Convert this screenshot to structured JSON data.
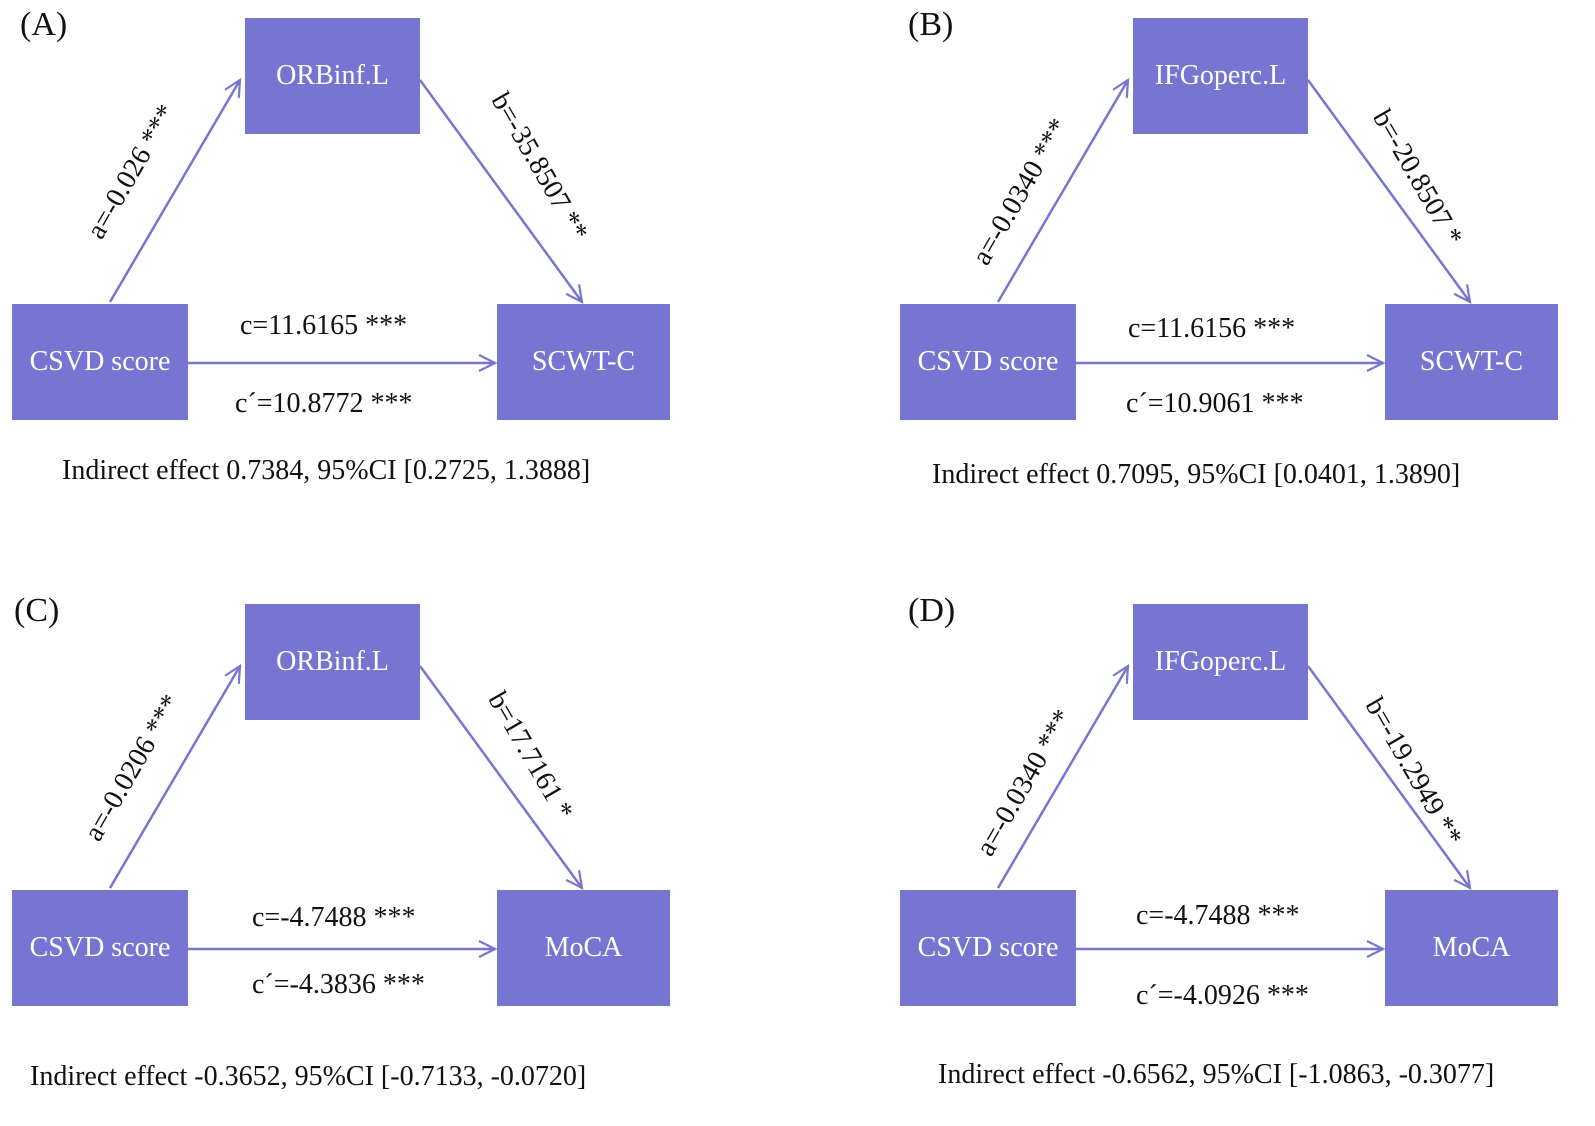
{
  "colors": {
    "box_fill": "#7676d2",
    "arrow": "#7676d2",
    "text": "#111111",
    "box_text": "#ffffff"
  },
  "panels": [
    {
      "id": "A",
      "label": "(A)",
      "mediator": "ORBinf.L",
      "predictor": "CSVD score",
      "outcome": "SCWT-C",
      "a_path": "a=-0.026 ***",
      "b_path": "b=-35.8507 **",
      "c_path": "c=11.6165 ***",
      "c_prime_path": "c´=10.8772 ***",
      "indirect": "Indirect effect 0.7384, 95%CI [0.2725, 1.3888]"
    },
    {
      "id": "B",
      "label": "(B)",
      "mediator": "IFGoperc.L",
      "predictor": "CSVD score",
      "outcome": "SCWT-C",
      "a_path": "a=-0.0340 ***",
      "b_path": "b=-20.8507 *",
      "c_path": "c=11.6156 ***",
      "c_prime_path": "c´=10.9061 ***",
      "indirect": "Indirect effect 0.7095, 95%CI [0.0401, 1.3890]"
    },
    {
      "id": "C",
      "label": "(C)",
      "mediator": "ORBinf.L",
      "predictor": "CSVD score",
      "outcome": "MoCA",
      "a_path": "a=-0.0206 ***",
      "b_path": "b=17.7161 *",
      "c_path": "c=-4.7488 ***",
      "c_prime_path": "c´=-4.3836 ***",
      "indirect": "Indirect effect -0.3652, 95%CI [-0.7133,  -0.0720]"
    },
    {
      "id": "D",
      "label": "(D)",
      "mediator": "IFGoperc.L",
      "predictor": "CSVD score",
      "outcome": "MoCA",
      "a_path": "a=-0.0340 ***",
      "b_path": "b=-19.2949 **",
      "c_path": "c=-4.7488 ***",
      "c_prime_path": "c´=-4.0926 ***",
      "indirect": "Indirect effect -0.6562, 95%CI [-1.0863, -0.3077]"
    }
  ]
}
